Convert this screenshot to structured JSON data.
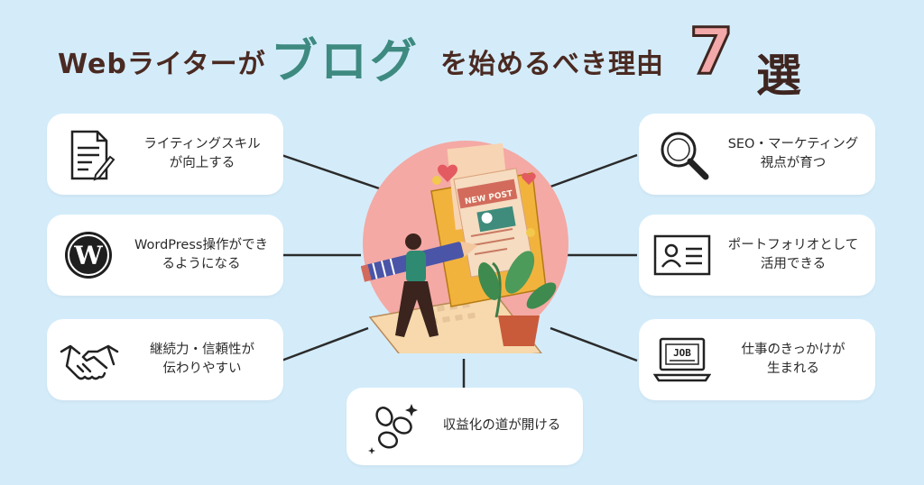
{
  "title": {
    "part1": "Webライターが",
    "highlight": "ブログ",
    "part2": "を始めるべき理由",
    "number": "7",
    "suffix": "選"
  },
  "illustration": {
    "sign_text": "NEW POST"
  },
  "items": [
    {
      "icon": "document-pen-icon",
      "line1": "ライティングスキル",
      "line2": "が向上する"
    },
    {
      "icon": "wordpress-icon",
      "line1": "WordPress操作ができ",
      "line2": "るようになる"
    },
    {
      "icon": "handshake-icon",
      "line1": "継続力・信頼性が",
      "line2": "伝わりやすい"
    },
    {
      "icon": "coins-icon",
      "line1": "収益化の道が開ける",
      "line2": ""
    },
    {
      "icon": "magnifier-icon",
      "line1": "SEO・マーケティング",
      "line2": "視点が育つ"
    },
    {
      "icon": "profile-card-icon",
      "line1": "ポートフォリオとして",
      "line2": "活用できる"
    },
    {
      "icon": "job-laptop-icon",
      "line1": "仕事のきっかけが",
      "line2": "生まれる"
    }
  ],
  "colors": {
    "background": "#d4ecfa",
    "title_text": "#4a2a22",
    "title_highlight": "#3e8a80",
    "number_fill": "#f3a9a9",
    "circle": "#f4a9a4",
    "card": "#ffffff"
  }
}
